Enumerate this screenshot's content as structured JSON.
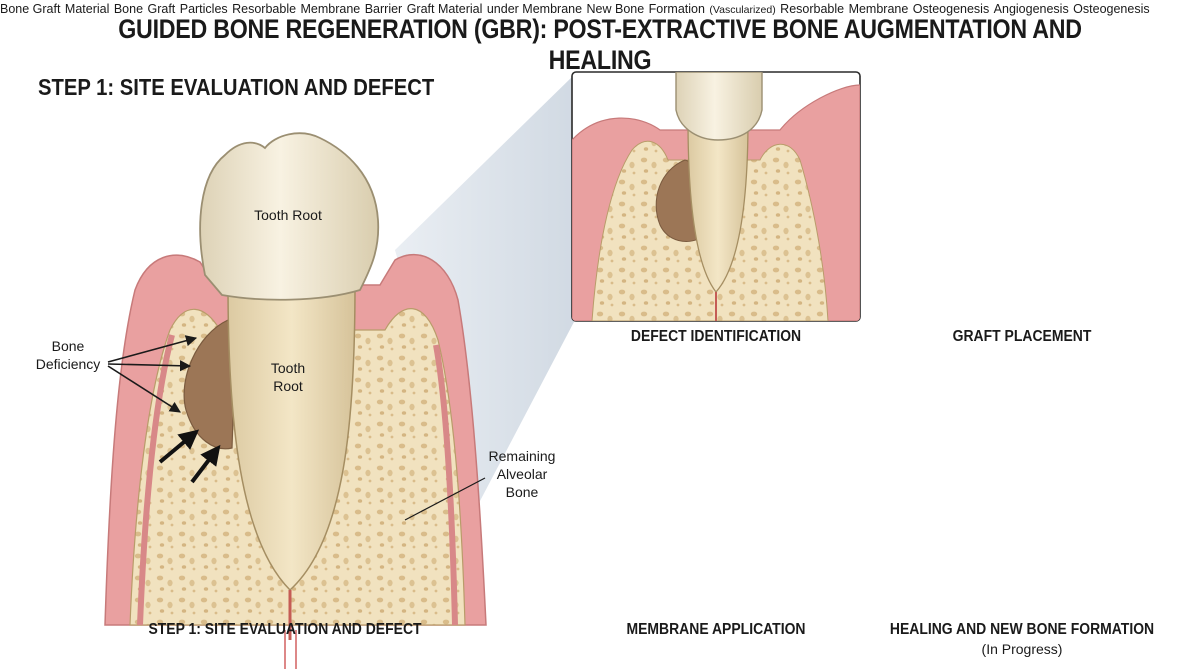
{
  "title": "GUIDED BONE REGENERATION (GBR): POST-EXTRACTIVE BONE AUGMENTATION AND HEALING",
  "main": {
    "heading": "STEP 1: SITE EVALUATION AND DEFECT",
    "caption": "STEP 1: SITE EVALUATION AND DEFECT",
    "labels": {
      "tooth_root_crown": "Tooth Root",
      "tooth_root_1": "Tooth",
      "tooth_root_2": "Root",
      "bone_deficiency_1": "Bone",
      "bone_deficiency_2": "Deficiency",
      "remaining_1": "Remaining",
      "remaining_2": "Alveolar",
      "remaining_3": "Bone"
    }
  },
  "panels": {
    "defect": {
      "caption": "DEFECT IDENTIFICATION"
    },
    "graft": {
      "caption": "GRAFT PLACEMENT",
      "material_1": "Bone Graft",
      "material_2": "Material",
      "particles_1": "Bone",
      "particles_2": "Graft",
      "particles_3": "Particles"
    },
    "membrane": {
      "caption": "MEMBRANE APPLICATION",
      "barrier_1": "Resorbable",
      "barrier_2": "Membrane",
      "barrier_3": "Barrier",
      "under_1": "Graft Material",
      "under_2": "under Membrane"
    },
    "healing": {
      "caption": "HEALING AND NEW BONE FORMATION",
      "subcaption": "(In Progress)",
      "newbone_1": "New Bone",
      "newbone_2": "Formation",
      "newbone_3": "(Vascularized)",
      "resorbable_1": "Resorbable",
      "resorbable_2": "Membrane",
      "osteo_1": "Osteogenesis",
      "angio": "Angiogenesis",
      "osteo_2": "Osteogenesis"
    }
  },
  "colors": {
    "gum": "#e9a0a0",
    "gum_light": "#f4c4c0",
    "bone": "#f1e2bf",
    "tooth": "#f2ead4",
    "defect": "#9c7656",
    "membrane": "#bcd6ea",
    "vessel": "#b8332e"
  }
}
